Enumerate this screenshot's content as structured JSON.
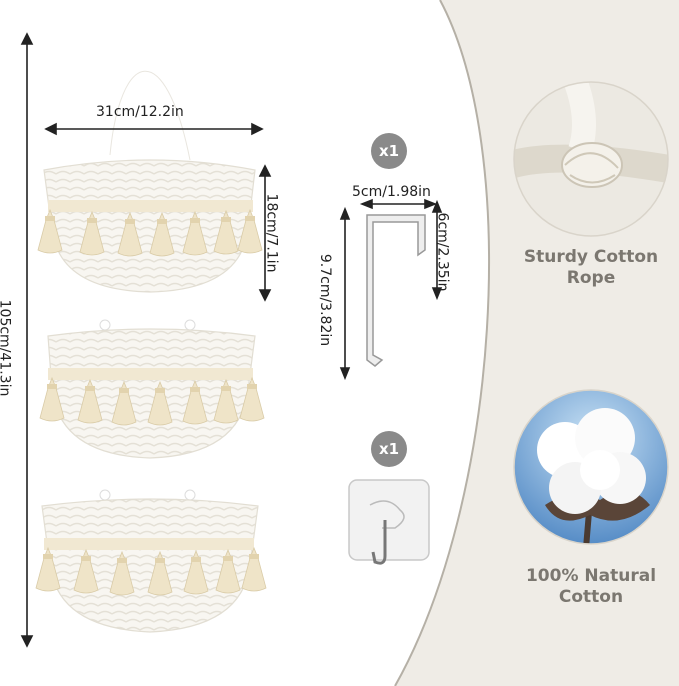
{
  "dimensions": {
    "basket_width": "31cm/12.2in",
    "basket_height": "18cm/7.1in",
    "total_height": "105cm/41.3in",
    "hook_width": "5cm/1.98in",
    "hook_depth": "6cm/2.35in",
    "hook_height": "9.7cm/3.82in"
  },
  "accessories": {
    "door_hook_qty": "x1",
    "adhesive_hook_qty": "x1"
  },
  "features": [
    {
      "icon": "rope-knot-icon",
      "label_line1": "Sturdy Cotton",
      "label_line2": "Rope"
    },
    {
      "icon": "cotton-boll-icon",
      "label_line1": "100% Natural",
      "label_line2": "Cotton"
    }
  ],
  "colors": {
    "side_panel": "#efece6",
    "panel_border": "#b5b0a6",
    "basket": "#f7f5f0",
    "tassel": "#eee3c8",
    "caption": "#7b7770",
    "badge": "#8a8a8a"
  }
}
